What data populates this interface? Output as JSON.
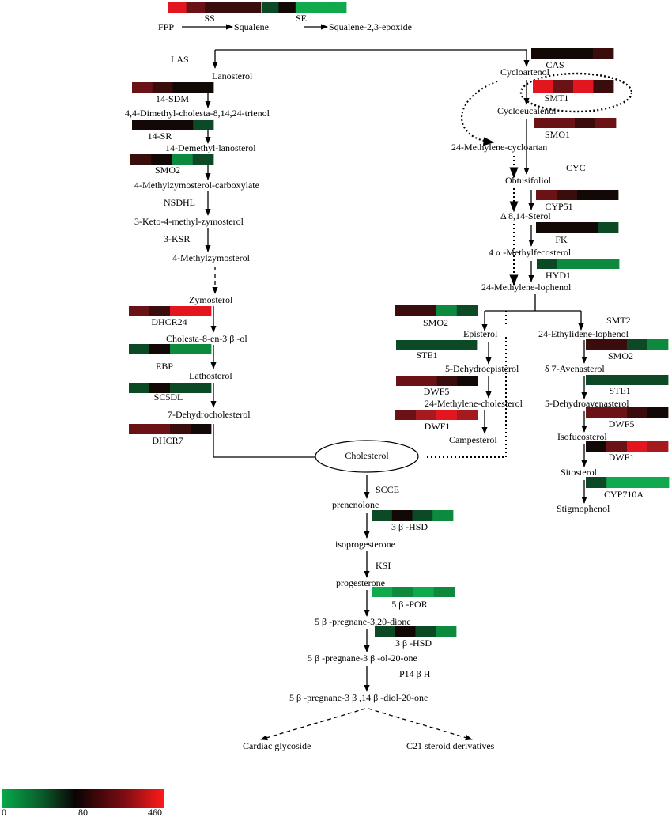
{
  "colors": {
    "bright_green": "#10a94c",
    "green": "#0d8a3e",
    "dark_green": "#0c4a25",
    "black": "#120806",
    "dark_red": "#3b0c0c",
    "maroon": "#6b1216",
    "red": "#a51a1f",
    "bright_red": "#e3151f"
  },
  "nodes": [
    {
      "id": "fpp",
      "label": "FPP"
    },
    {
      "id": "squalene",
      "label": "Squalene"
    },
    {
      "id": "squalene_epoxide",
      "label": "Squalene-2,3-epoxide"
    },
    {
      "id": "lanosterol",
      "label": "Lanosterol"
    },
    {
      "id": "trienol",
      "label": "4,4-Dimethyl-cholesta-8,14,24-trienol"
    },
    {
      "id": "demethyl_lanosterol",
      "label": "14-Demethyl-lanosterol"
    },
    {
      "id": "carboxylate",
      "label": "4-Methylzymosterol-carboxylate"
    },
    {
      "id": "keto",
      "label": "3-Keto-4-methyl-zymosterol"
    },
    {
      "id": "methylzymosterol",
      "label": "4-Methylzymosterol"
    },
    {
      "id": "zymosterol",
      "label": "Zymosterol"
    },
    {
      "id": "cholesta",
      "label": "Cholesta-8-en-3 β -ol"
    },
    {
      "id": "lathosterol",
      "label": "Lathosterol"
    },
    {
      "id": "dehydrocholesterol",
      "label": "7-Dehydrocholesterol"
    },
    {
      "id": "cholesterol",
      "label": "Cholesterol"
    },
    {
      "id": "cycloartenol",
      "label": "Cycloartenol"
    },
    {
      "id": "cycloeucalenol",
      "label": "Cycloeucalenol"
    },
    {
      "id": "methylene_cycloartan",
      "label": "24-Methylene-cycloartan"
    },
    {
      "id": "obtusifoliol",
      "label": "Obtusifoliol"
    },
    {
      "id": "delta_sterol",
      "label": "Δ 8,14-Sterol"
    },
    {
      "id": "methylfecosterol",
      "label": "4 α -Methylfecosterol"
    },
    {
      "id": "methylene_lophenol",
      "label": "24-Methylene-lophenol"
    },
    {
      "id": "episterol",
      "label": "Episterol"
    },
    {
      "id": "dehydroepisterol",
      "label": "5-Dehydroepisterol"
    },
    {
      "id": "methylene_cholesterol",
      "label": "24-Methylene-cholesterol"
    },
    {
      "id": "campesterol",
      "label": "Campesterol"
    },
    {
      "id": "ethylidene_lophenol",
      "label": "24-Ethylidene-lophenol"
    },
    {
      "id": "avenasterol",
      "label": "δ 7-Avenasterol"
    },
    {
      "id": "dehydroavenasterol",
      "label": "5-Dehydroavenasterol"
    },
    {
      "id": "isofucosterol",
      "label": "Isofucosterol"
    },
    {
      "id": "sitosterol",
      "label": "Sitosterol"
    },
    {
      "id": "stigmophenol",
      "label": "Stigmophenol"
    },
    {
      "id": "prenenolone",
      "label": "prenenolone"
    },
    {
      "id": "isoprogesterone",
      "label": "isoprogesterone"
    },
    {
      "id": "progesterone",
      "label": "progesterone"
    },
    {
      "id": "pregnane_dione",
      "label": "5 β -pregnane-3,20-dione"
    },
    {
      "id": "pregnane_olone",
      "label": "5 β -pregnane-3 β -ol-20-one"
    },
    {
      "id": "pregnane_diol",
      "label": "5 β -pregnane-3 β ,14 β -diol-20-one"
    },
    {
      "id": "cardiac",
      "label": "Cardiac glycoside"
    },
    {
      "id": "c21",
      "label": "C21 steroid derivatives"
    }
  ],
  "enzymes": [
    {
      "id": "ss",
      "label": "SS",
      "heat": [
        "bright_red",
        "maroon",
        "dark_red",
        "dark_red",
        "dark_red"
      ]
    },
    {
      "id": "se",
      "label": "SE",
      "heat": [
        "dark_green",
        "black",
        "bright_green",
        "bright_green",
        "bright_green"
      ]
    },
    {
      "id": "las",
      "label": "LAS"
    },
    {
      "id": "sdm14",
      "label": "14-SDM",
      "heat": [
        "maroon",
        "dark_red",
        "black",
        "black"
      ]
    },
    {
      "id": "sr14",
      "label": "14-SR",
      "heat": [
        "black",
        "black",
        "black",
        "dark_green"
      ]
    },
    {
      "id": "smo2_left",
      "label": "SMO2",
      "heat": [
        "dark_red",
        "black",
        "green",
        "dark_green"
      ]
    },
    {
      "id": "nsdhl",
      "label": "NSDHL"
    },
    {
      "id": "ksr3",
      "label": "3-KSR"
    },
    {
      "id": "dhcr24",
      "label": "DHCR24",
      "heat": [
        "maroon",
        "dark_red",
        "bright_red",
        "bright_red"
      ]
    },
    {
      "id": "ebp",
      "label": "EBP",
      "heat": [
        "dark_green",
        "black",
        "green",
        "green"
      ]
    },
    {
      "id": "sc5dl",
      "label": "SC5DL",
      "heat": [
        "dark_green",
        "black",
        "dark_green",
        "dark_green"
      ]
    },
    {
      "id": "dhcr7",
      "label": "DHCR7",
      "heat": [
        "maroon",
        "maroon",
        "dark_red",
        "black"
      ]
    },
    {
      "id": "cas",
      "label": "CAS",
      "heat": [
        "black",
        "black",
        "black",
        "dark_red"
      ]
    },
    {
      "id": "smt1",
      "label": "SMT1",
      "heat": [
        "bright_red",
        "maroon",
        "bright_red",
        "dark_red"
      ]
    },
    {
      "id": "smo1",
      "label": "SMO1",
      "heat": [
        "maroon",
        "maroon",
        "dark_red",
        "maroon"
      ]
    },
    {
      "id": "cyc",
      "label": "CYC"
    },
    {
      "id": "cyp51",
      "label": "CYP51",
      "heat": [
        "maroon",
        "dark_red",
        "black",
        "black"
      ]
    },
    {
      "id": "fk",
      "label": "FK",
      "heat": [
        "black",
        "black",
        "black",
        "dark_green"
      ]
    },
    {
      "id": "hyd1",
      "label": "HYD1",
      "heat": [
        "dark_green",
        "green",
        "green",
        "green"
      ]
    },
    {
      "id": "smo2_mid",
      "label": "SMO2",
      "heat": [
        "dark_red",
        "dark_red",
        "green",
        "dark_green"
      ]
    },
    {
      "id": "ste1_mid",
      "label": "STE1",
      "heat": [
        "dark_green",
        "dark_green",
        "dark_green",
        "dark_green"
      ]
    },
    {
      "id": "dwf5_mid",
      "label": "DWF5",
      "heat": [
        "maroon",
        "maroon",
        "dark_red",
        "black"
      ]
    },
    {
      "id": "dwf1_mid",
      "label": "DWF1",
      "heat": [
        "maroon",
        "red",
        "bright_red",
        "red"
      ]
    },
    {
      "id": "smt2",
      "label": "SMT2"
    },
    {
      "id": "smo2_right",
      "label": "SMO2",
      "heat": [
        "dark_red",
        "dark_red",
        "dark_green",
        "green"
      ]
    },
    {
      "id": "ste1_right",
      "label": "STE1",
      "heat": [
        "dark_green",
        "dark_green",
        "dark_green",
        "dark_green"
      ]
    },
    {
      "id": "dwf5_right",
      "label": "DWF5",
      "heat": [
        "maroon",
        "maroon",
        "dark_red",
        "black"
      ]
    },
    {
      "id": "dwf1_right",
      "label": "DWF1",
      "heat": [
        "black",
        "maroon",
        "bright_red",
        "red"
      ]
    },
    {
      "id": "cyp710a",
      "label": "CYP710A",
      "heat": [
        "dark_green",
        "bright_green",
        "bright_green",
        "bright_green"
      ]
    },
    {
      "id": "scce",
      "label": "SCCE"
    },
    {
      "id": "hsd3b_1",
      "label": "3 β -HSD",
      "heat": [
        "dark_green",
        "black",
        "dark_green",
        "green"
      ]
    },
    {
      "id": "ksi",
      "label": "KSI"
    },
    {
      "id": "por5b",
      "label": "5 β -POR",
      "heat": [
        "bright_green",
        "green",
        "bright_green",
        "green"
      ]
    },
    {
      "id": "hsd3b_2",
      "label": "3 β -HSD",
      "heat": [
        "dark_green",
        "black",
        "dark_green",
        "green"
      ]
    },
    {
      "id": "p14bh",
      "label": "P14 β H"
    }
  ],
  "color_scale": {
    "stops": [
      "#08a84a",
      "#0a5a2a",
      "#0a0404",
      "#7a0c12",
      "#ff1a1a"
    ],
    "ticks": [
      "0",
      "80",
      "460"
    ]
  }
}
